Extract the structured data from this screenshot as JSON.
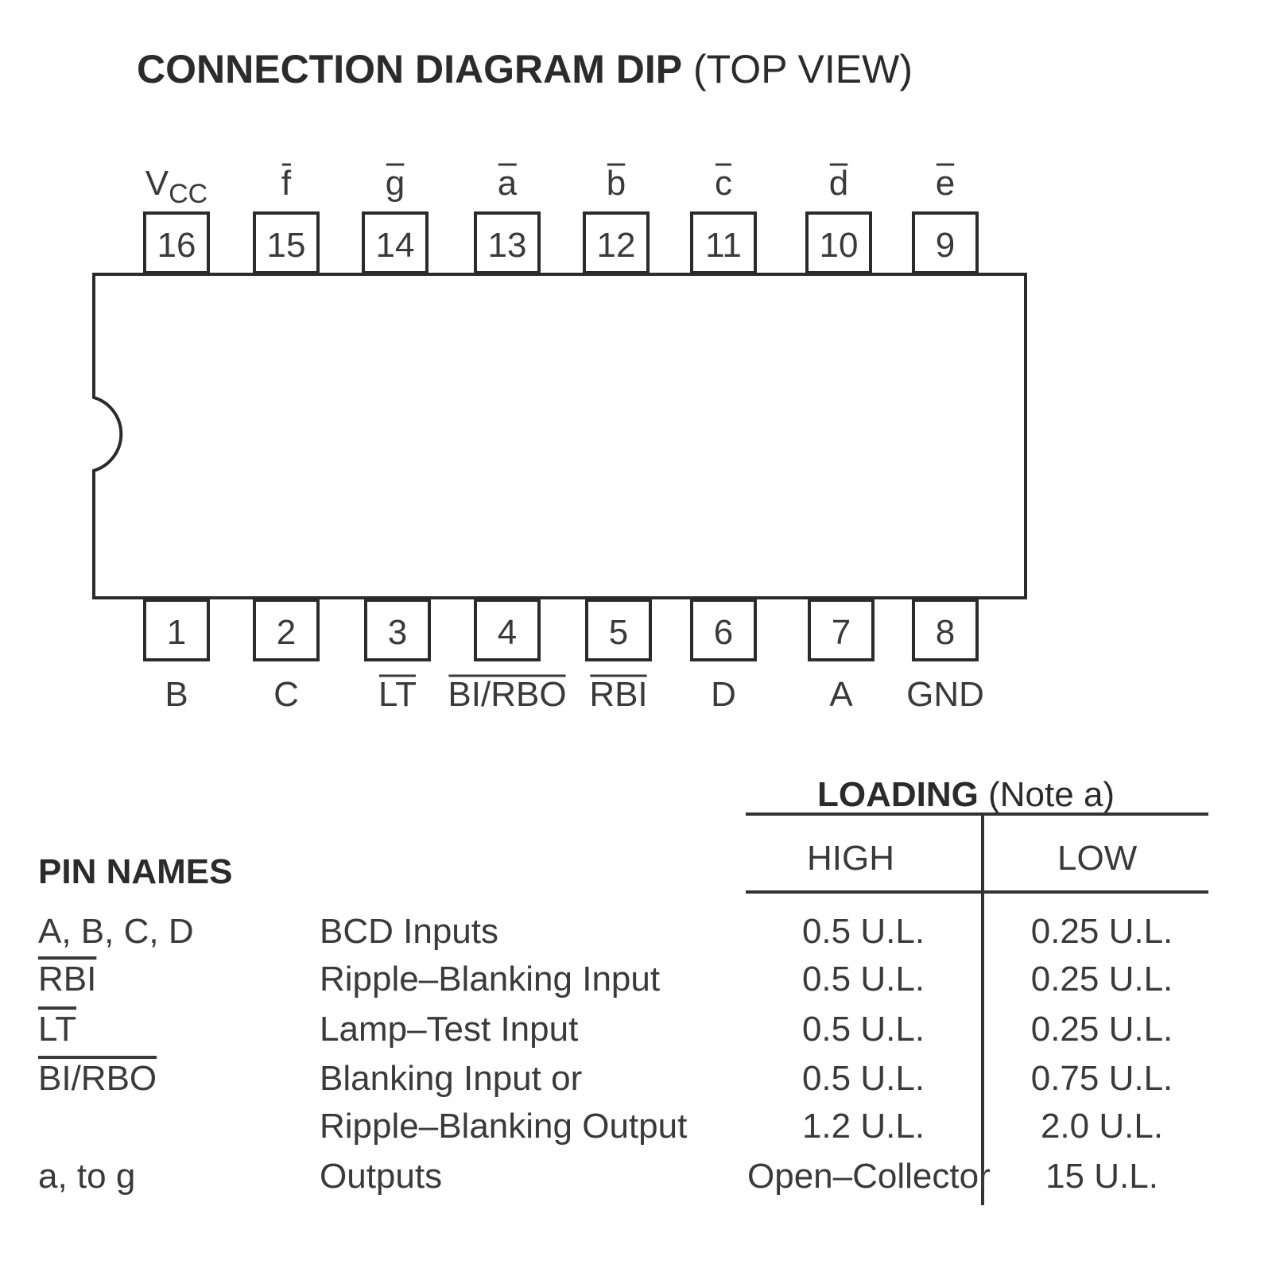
{
  "title": {
    "bold": "CONNECTION DIAGRAM DIP",
    "normal": "(TOP VIEW)"
  },
  "top_pins": [
    {
      "number": "16",
      "label": "V",
      "label_sub": "CC",
      "overline": false
    },
    {
      "number": "15",
      "label": "f",
      "overline": true
    },
    {
      "number": "14",
      "label": "g",
      "overline": true
    },
    {
      "number": "13",
      "label": "a",
      "overline": true
    },
    {
      "number": "12",
      "label": "b",
      "overline": true
    },
    {
      "number": "11",
      "label": "c",
      "overline": true
    },
    {
      "number": "10",
      "label": "d",
      "overline": true
    },
    {
      "number": "9",
      "label": "e",
      "overline": true
    }
  ],
  "bottom_pins": [
    {
      "number": "1",
      "label": "B",
      "overline": false
    },
    {
      "number": "2",
      "label": "C",
      "overline": false
    },
    {
      "number": "3",
      "label": "LT",
      "overline": true
    },
    {
      "number": "4",
      "label": "BI/RBO",
      "overline": true
    },
    {
      "number": "5",
      "label": "RBI",
      "overline": true
    },
    {
      "number": "6",
      "label": "D",
      "overline": false
    },
    {
      "number": "7",
      "label": "A",
      "overline": false
    },
    {
      "number": "8",
      "label": "GND",
      "overline": false
    }
  ],
  "pin_names": {
    "heading": "PIN NAMES"
  },
  "loading": {
    "heading_bold": "LOADING",
    "heading_note": "(Note a)",
    "col_high": "HIGH",
    "col_low": "LOW"
  },
  "rows": [
    {
      "symbol": "A, B, C, D",
      "symbol_overline": false,
      "description": "BCD Inputs",
      "high": "0.5 U.L.",
      "low": "0.25 U.L."
    },
    {
      "symbol": "RBI",
      "symbol_overline": true,
      "description": "Ripple–Blanking Input",
      "high": "0.5 U.L.",
      "low": "0.25 U.L."
    },
    {
      "symbol": "LT",
      "symbol_overline": true,
      "description": "Lamp–Test Input",
      "high": "0.5 U.L.",
      "low": "0.25 U.L."
    },
    {
      "symbol": "BI/RBO",
      "symbol_overline": true,
      "description": "Blanking Input or",
      "high": "0.5 U.L.",
      "low": "0.75 U.L."
    },
    {
      "symbol": "",
      "symbol_overline": false,
      "description": "Ripple–Blanking Output",
      "high": "1.2 U.L.",
      "low": "2.0 U.L."
    },
    {
      "symbol": "a, to g",
      "symbol_overline": false,
      "description": "Outputs",
      "high": "Open–Collector",
      "low": "15 U.L."
    }
  ]
}
